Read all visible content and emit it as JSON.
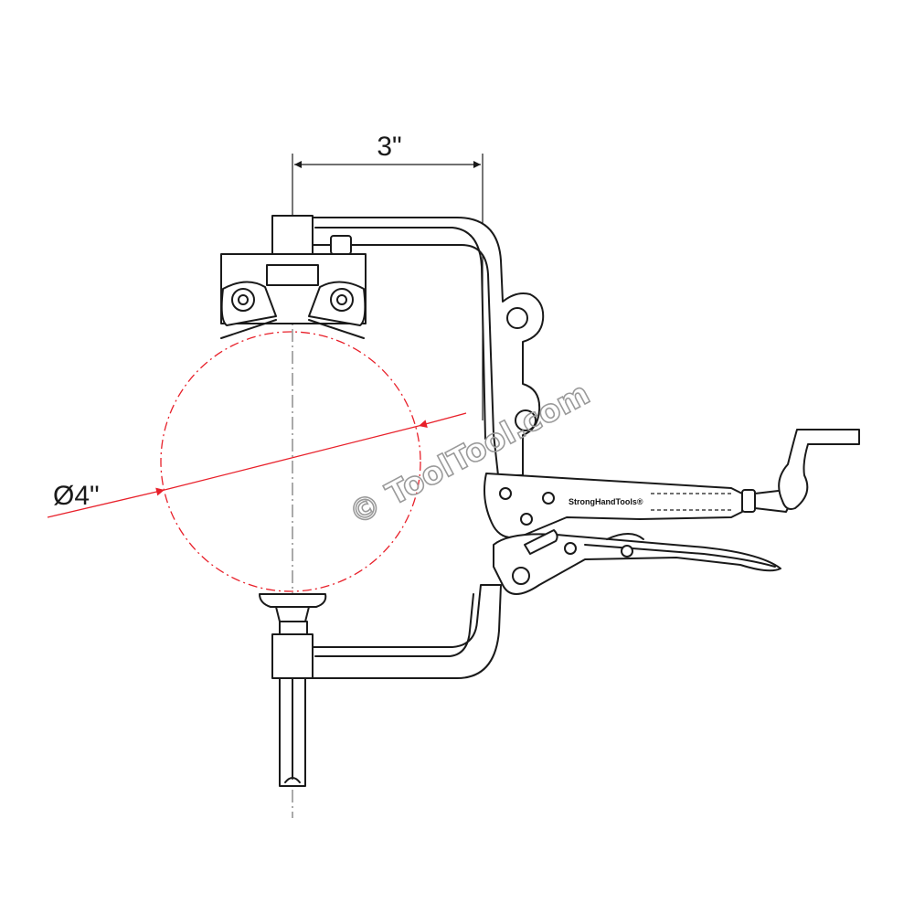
{
  "dimensions": {
    "reach": "3\"",
    "diameter": "Ø4\""
  },
  "brand_label": "StrongHandTools®",
  "watermark": "© ToolTool.com",
  "colors": {
    "outline": "#1a1a1a",
    "dimension_red": "#e8202a",
    "watermark": "#9a9a9a"
  },
  "icons": {
    "arrowheads": "triangle-arrowhead"
  }
}
